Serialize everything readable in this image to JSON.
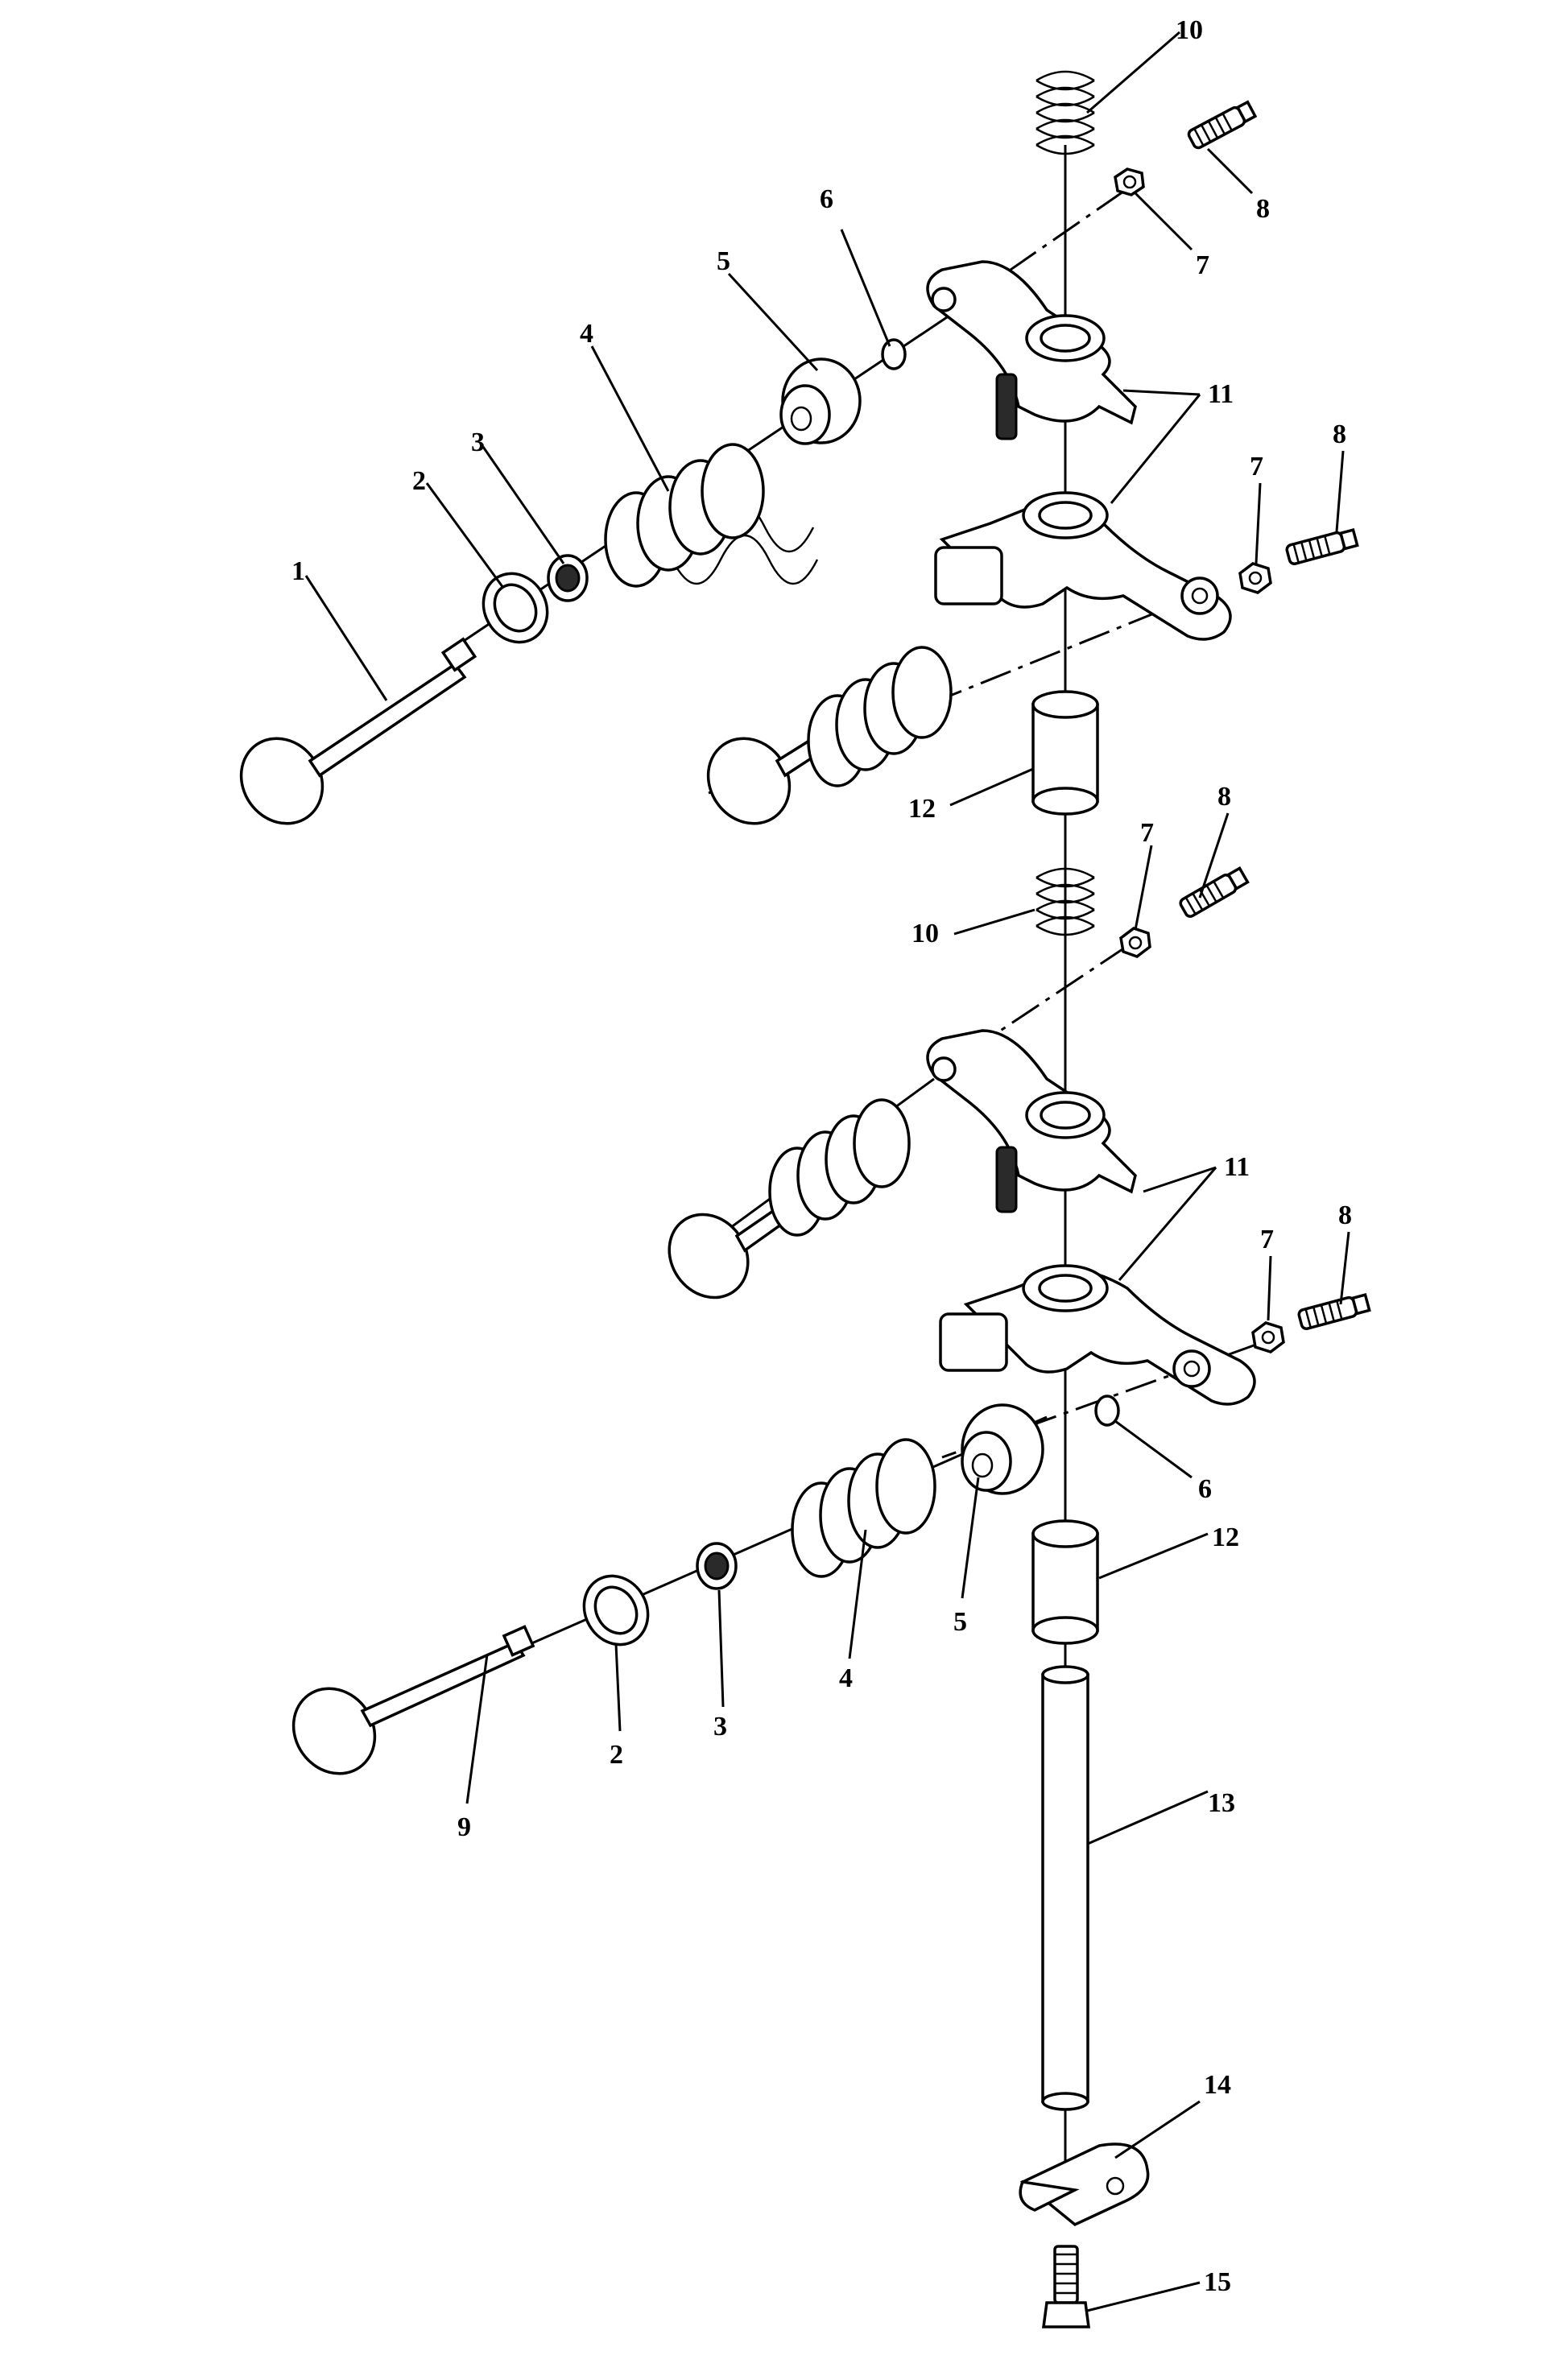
{
  "callouts": [
    {
      "id": "c10a",
      "text": "10"
    },
    {
      "id": "c8a",
      "text": "8"
    },
    {
      "id": "c7a",
      "text": "7"
    },
    {
      "id": "c6a",
      "text": "6"
    },
    {
      "id": "c5a",
      "text": "5"
    },
    {
      "id": "c4a",
      "text": "4"
    },
    {
      "id": "c3a",
      "text": "3"
    },
    {
      "id": "c2a",
      "text": "2"
    },
    {
      "id": "c1",
      "text": "1"
    },
    {
      "id": "c11a",
      "text": "11"
    },
    {
      "id": "c7b",
      "text": "7"
    },
    {
      "id": "c8b",
      "text": "8"
    },
    {
      "id": "c12a",
      "text": "12"
    },
    {
      "id": "c8c",
      "text": "8"
    },
    {
      "id": "c7c",
      "text": "7"
    },
    {
      "id": "c10b",
      "text": "10"
    },
    {
      "id": "c11b",
      "text": "11"
    },
    {
      "id": "c7d",
      "text": "7"
    },
    {
      "id": "c8d",
      "text": "8"
    },
    {
      "id": "c6b",
      "text": "6"
    },
    {
      "id": "c12b",
      "text": "12"
    },
    {
      "id": "c5b",
      "text": "5"
    },
    {
      "id": "c4b",
      "text": "4"
    },
    {
      "id": "c3b",
      "text": "3"
    },
    {
      "id": "c2b",
      "text": "2"
    },
    {
      "id": "c9",
      "text": "9"
    },
    {
      "id": "c13",
      "text": "13"
    },
    {
      "id": "c14",
      "text": "14"
    },
    {
      "id": "c15",
      "text": "15"
    }
  ]
}
